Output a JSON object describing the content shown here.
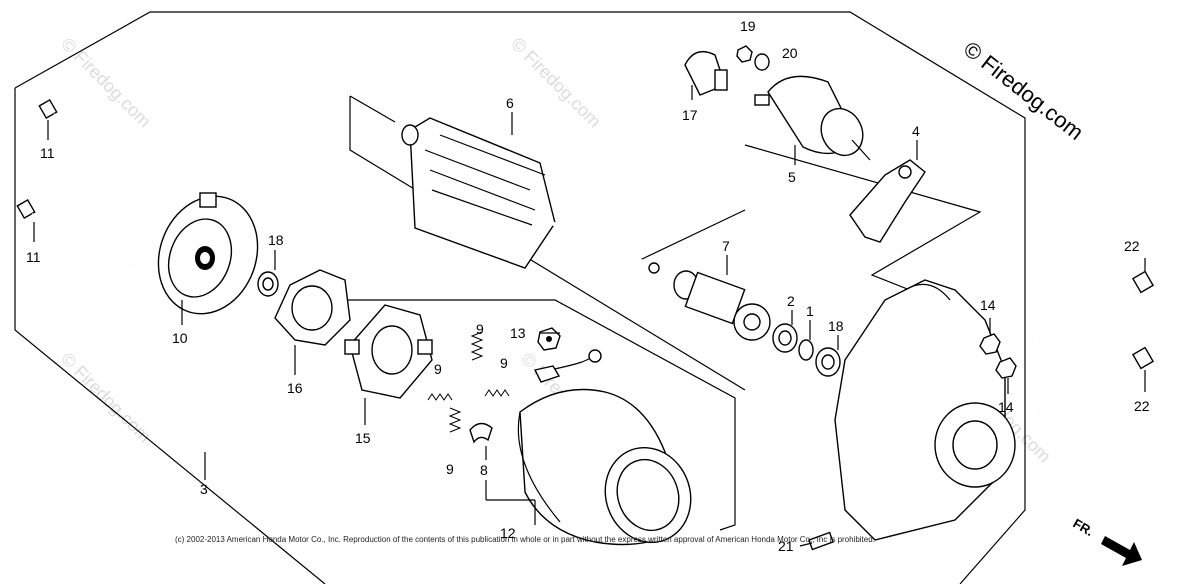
{
  "brand": "© Firedog.com",
  "watermark": "© Firedog.com",
  "copyright": "(c) 2002-2013 American Honda Motor Co., Inc. Reproduction of the contents of this publication in whole or in part without the express written approval of American Honda Motor Co., Inc is prohibited.",
  "direction_label": "FR.",
  "callouts": {
    "c1": "1",
    "c2": "2",
    "c3": "3",
    "c4": "4",
    "c5": "5",
    "c6": "6",
    "c7": "7",
    "c8": "8",
    "c9a": "9",
    "c9b": "9",
    "c9c": "9",
    "c9d": "9",
    "c10": "10",
    "c11a": "11",
    "c11b": "11",
    "c12": "12",
    "c13": "13",
    "c14a": "14",
    "c14b": "14",
    "c15": "15",
    "c16": "16",
    "c17": "17",
    "c18a": "18",
    "c18b": "18",
    "c19": "19",
    "c20": "20",
    "c21": "21",
    "c22a": "22",
    "c22b": "22"
  }
}
